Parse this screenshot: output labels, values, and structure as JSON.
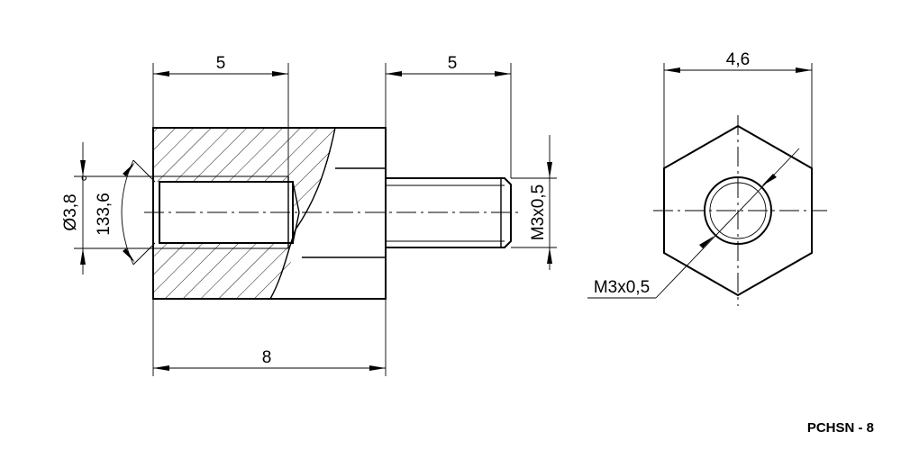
{
  "side_view": {
    "dim_top_left": "5",
    "dim_top_right": "5",
    "dim_bottom": "8",
    "dim_diameter": "Ø3,8",
    "dim_angle": "133,6",
    "angle_unit": "°",
    "dim_thread": "M3x0,5"
  },
  "end_view": {
    "dim_width": "4,6",
    "dim_thread": "M3x0,5"
  },
  "part_code": "PCHSN - 8"
}
